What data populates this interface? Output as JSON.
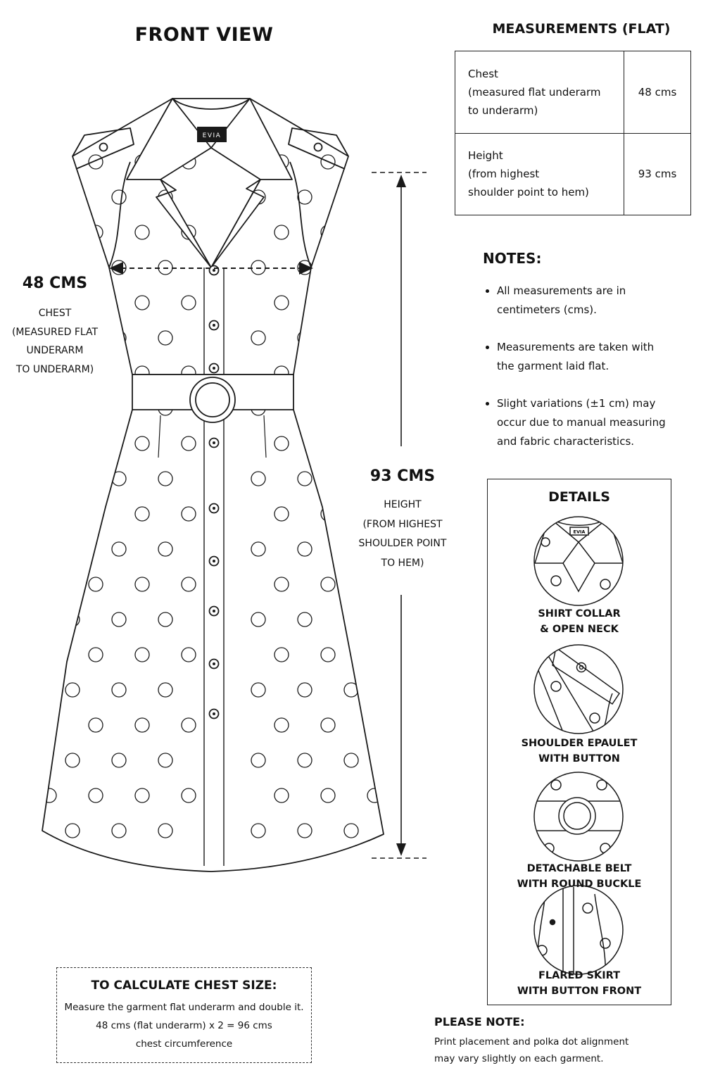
{
  "front_view": {
    "title": "FRONT VIEW",
    "brand_label": "EVIA"
  },
  "measurements": {
    "title": "MEASUREMENTS (FLAT)",
    "rows": [
      {
        "label_lines": [
          "Chest",
          "(measured flat underarm",
          "to underarm)"
        ],
        "value": "48 cms"
      },
      {
        "label_lines": [
          "Height",
          "(from highest",
          "shoulder point to hem)"
        ],
        "value": "93 cms"
      }
    ]
  },
  "notes": {
    "title": "NOTES:",
    "items": [
      [
        "All measurements are in",
        "centimeters (cms)."
      ],
      [
        "Measurements are taken with",
        "the garment laid flat."
      ],
      [
        "Slight variations (±1 cm) may",
        "occur due to manual measuring",
        "and fabric characteristics."
      ]
    ]
  },
  "chest_annotation": {
    "value": "48 CMS",
    "lines": [
      "CHEST",
      "(MEASURED FLAT",
      "UNDERARM",
      "TO UNDERARM)"
    ]
  },
  "height_annotation": {
    "value": "93 CMS",
    "lines": [
      "HEIGHT",
      "(FROM HIGHEST",
      "SHOULDER POINT",
      "TO HEM)"
    ]
  },
  "details": {
    "title": "DETAILS",
    "brand_label": "EVIA",
    "items": [
      {
        "lines": [
          "SHIRT COLLAR",
          "& OPEN NECK"
        ],
        "icon": "collar-detail-icon"
      },
      {
        "lines": [
          "SHOULDER EPAULET",
          "WITH BUTTON"
        ],
        "icon": "epaulet-detail-icon"
      },
      {
        "lines": [
          "DETACHABLE BELT",
          "WITH ROUND BUCKLE"
        ],
        "icon": "belt-detail-icon"
      },
      {
        "lines": [
          "FLARED SKIRT",
          "WITH BUTTON FRONT"
        ],
        "icon": "skirt-detail-icon"
      }
    ]
  },
  "calculation": {
    "title": "TO CALCULATE CHEST SIZE:",
    "lines": [
      "Measure the garment flat underarm and double it.",
      "48 cms (flat underarm) x 2 = 96 cms",
      "chest circumference"
    ]
  },
  "please_note": {
    "title": "PLEASE NOTE:",
    "lines": [
      "Print placement and polka dot alignment",
      "may vary slightly on each garment."
    ]
  }
}
